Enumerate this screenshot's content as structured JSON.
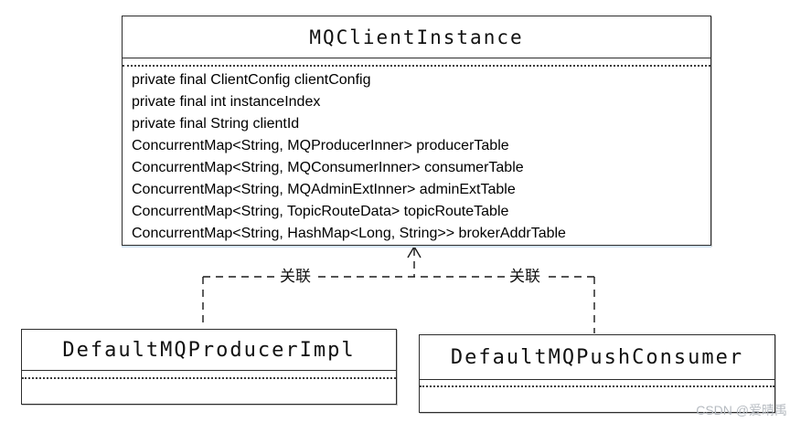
{
  "classes": {
    "mq_client_instance": {
      "title": "MQClientInstance",
      "fields": [
        "private final ClientConfig clientConfig",
        "private final int instanceIndex",
        "private final String clientId",
        "ConcurrentMap<String, MQProducerInner> producerTable",
        "ConcurrentMap<String, MQConsumerInner> consumerTable",
        "ConcurrentMap<String, MQAdminExtInner> adminExtTable",
        "ConcurrentMap<String, TopicRouteData> topicRouteTable",
        "ConcurrentMap<String, HashMap<Long, String>> brokerAddrTable"
      ]
    },
    "producer": {
      "title": "DefaultMQProducerImpl"
    },
    "consumer": {
      "title": "DefaultMQPushConsumer"
    }
  },
  "relations": {
    "left_label": "关联",
    "right_label": "关联"
  },
  "watermark": "CSDN @爱晴禹",
  "colors": {
    "line": "#1a1a1a",
    "border": "#2d2d2d",
    "highlight": "#cfe0f2",
    "watermark_text": "#b6bbc1"
  }
}
